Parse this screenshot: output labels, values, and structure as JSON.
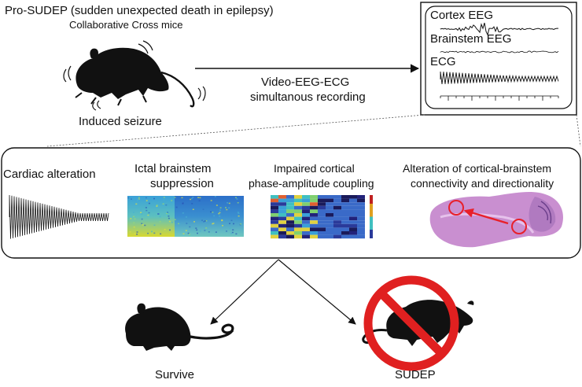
{
  "top": {
    "title_line1": "Pro-SUDEP (sudden unexpected death in epilepsy)",
    "title_line2": "Collaborative Cross mice",
    "seizure_label": "Induced seizure",
    "arrow_label_line1": "Video-EEG-ECG",
    "arrow_label_line2": "simultanous recording"
  },
  "recording_panel": {
    "traces": [
      "Cortex EEG",
      "Brainstem EEG",
      "ECG"
    ]
  },
  "findings": {
    "cardiac": "Cardiac alteration",
    "brainstem_line1": "Ictal brainstem",
    "brainstem_line2": "suppression",
    "coupling_line1": "Impaired cortical",
    "coupling_line2": "phase-amplitude coupling",
    "connectivity_line1": "Alteration of cortical-brainstem",
    "connectivity_line2": "connectivity and directionality"
  },
  "outcomes": {
    "survive": "Survive",
    "sudep": "SUDEP"
  },
  "colors": {
    "ink": "#111111",
    "prohibition_red": "#e02020",
    "brain_tissue": "#c98fd0",
    "brain_circle": "#e8202a"
  }
}
